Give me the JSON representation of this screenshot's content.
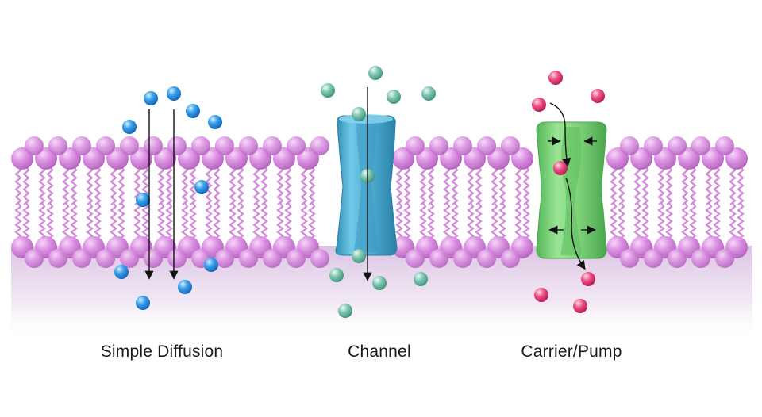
{
  "labels": {
    "simple_diffusion": "Simple Diffusion",
    "channel": "Channel",
    "carrier_pump": "Carrier/Pump"
  },
  "colors": {
    "background": "#ffffff",
    "shadow": "#d9bfe1",
    "lipid_head": "#d98be0",
    "lipid_tail": "#d38ad8",
    "diffusion_molecule": "#1c86dd",
    "channel_protein": "#4fb0d3",
    "channel_molecule": "#66b8a3",
    "carrier_protein": "#7fd27a",
    "carrier_molecule": "#e63e74",
    "arrow": "#111111"
  },
  "icons": {
    "membrane": "phospholipid-bilayer-icon",
    "channel": "channel-protein-icon",
    "carrier": "carrier-protein-icon",
    "molecule": "molecule-sphere-icon"
  }
}
